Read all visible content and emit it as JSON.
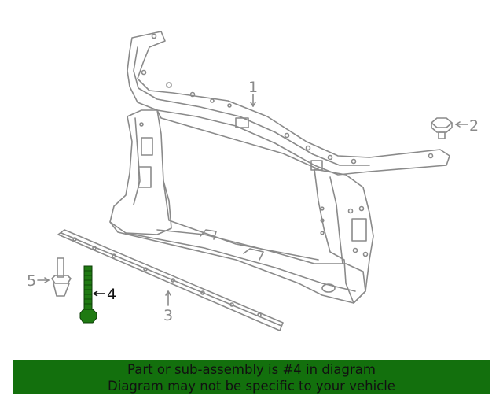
{
  "callouts": {
    "c1": "1",
    "c2": "2",
    "c3": "3",
    "c4": "4",
    "c5": "5"
  },
  "highlighted_part": "4",
  "colors": {
    "line_art": "#8a8a8a",
    "highlight_part": "#1f7a12",
    "banner_bg": "#13700d",
    "banner_text": "#111111"
  },
  "banner": {
    "line1": "Part or sub-assembly is #4 in diagram",
    "line2": "Diagram may not be specific to your vehicle"
  }
}
